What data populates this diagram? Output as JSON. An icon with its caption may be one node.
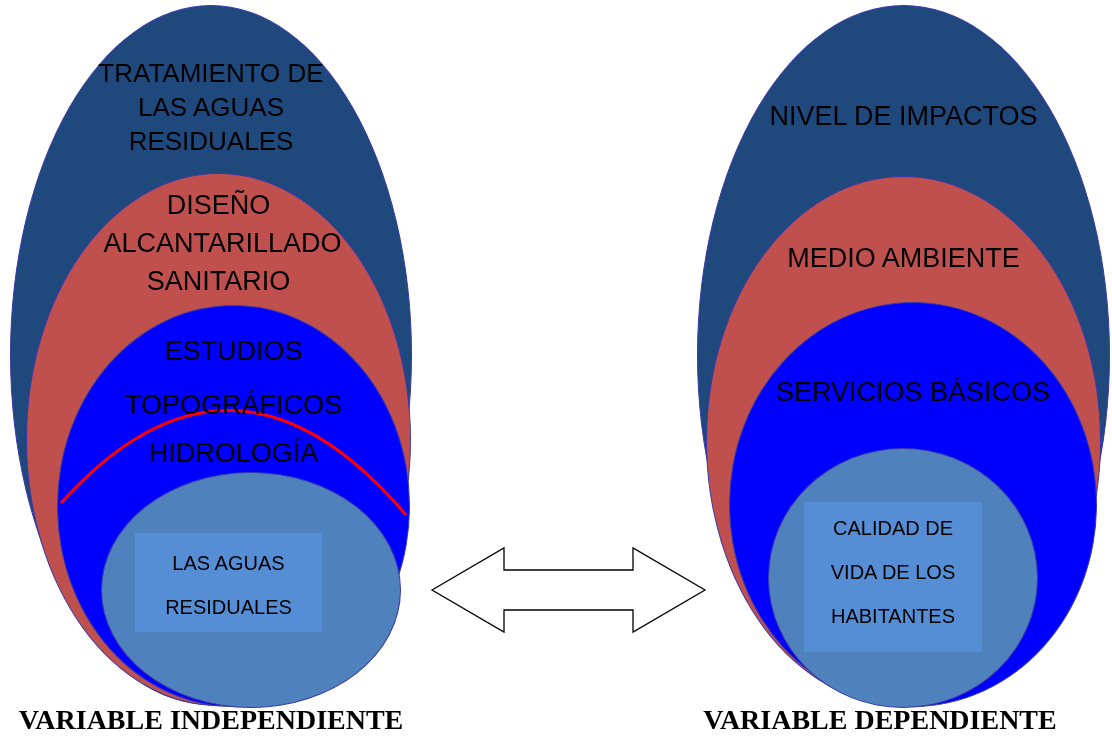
{
  "diagram": {
    "nodes": [
      {
        "text": [
          "TRATAMIENTO DE LAS AGUAS RESIDUALES"
        ],
        "beside": [
          "VARIABLE INDEPENDIENTE"
        ]
      },
      {
        "text": [
          "DISEÑO ALCANTARILLADO SANITARIO"
        ],
        "in": 0
      },
      {
        "text": [
          "ESTUDIOS TOPOGRÁFICOS",
          "HIDROLOGÍA"
        ],
        "in": 1
      },
      {
        "text": [],
        "shape": "circle",
        "in": 2
      },
      {
        "text": [
          "LAS AGUAS RESIDUALES"
        ],
        "in": 3
      },
      {
        "text": [
          "NIVEL DE IMPACTOS"
        ],
        "beside": [
          "VARIABLE DEPENDIENTE"
        ]
      },
      {
        "text": [
          "MEDIO AMBIENTE"
        ],
        "in": 5
      },
      {
        "text": [
          "SERVICIOS BÁSICOS"
        ],
        "in": 6
      },
      {
        "text": [],
        "shape": "circle",
        "in": 7
      },
      {
        "text": [
          "CALIDAD DE VIDA DE LOS HABITANTES"
        ],
        "in": 8
      }
    ],
    "edges": [
      {
        "from": 0,
        "to": 5,
        "arrow": "both"
      }
    ]
  }
}
